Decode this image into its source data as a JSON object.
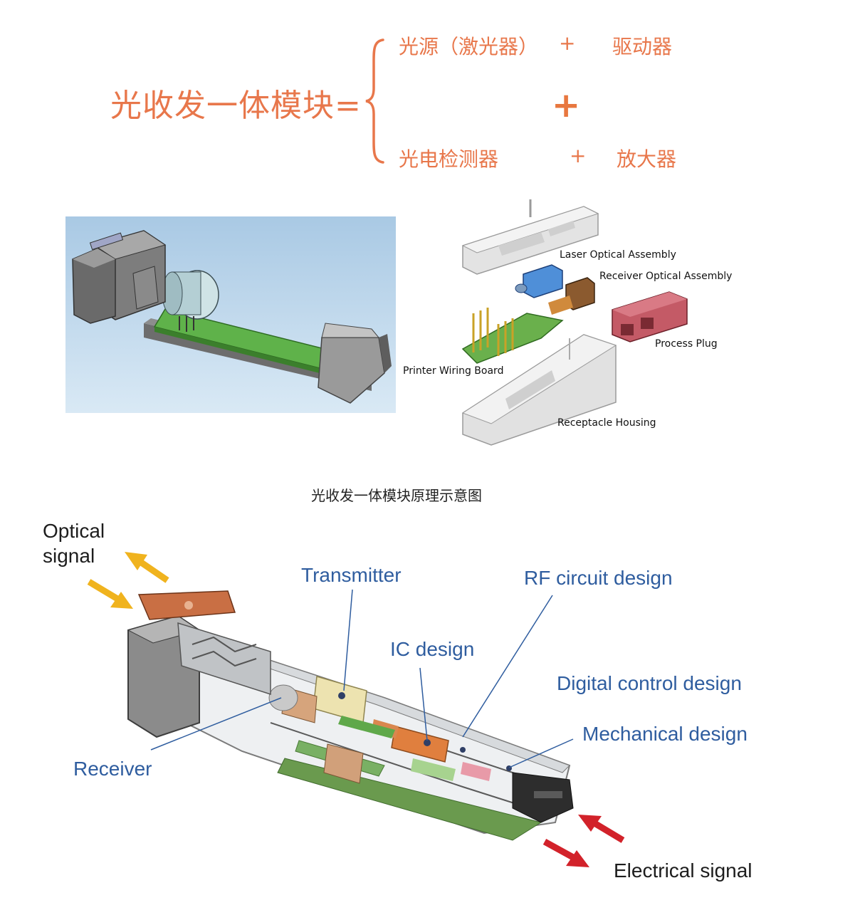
{
  "equation": {
    "left": "光收发一体模块=",
    "top_line": {
      "source": "光源（激光器）",
      "plus": "+",
      "driver": "驱动器"
    },
    "middle_plus": "+",
    "bottom_line": {
      "detector": "光电检测器",
      "plus": "+",
      "amplifier": "放大器"
    }
  },
  "exploded_view": {
    "labels": {
      "laser": "Laser Optical Assembly",
      "receiver": "Receiver Optical Assembly",
      "plug": "Process Plug",
      "board": "Printer Wiring Board",
      "housing": "Receptacle Housing"
    }
  },
  "caption": "光收发一体模块原理示意图",
  "module_diagram": {
    "optical_signal": [
      "Optical",
      "signal"
    ],
    "transmitter": "Transmitter",
    "rf_circuit": "RF circuit design",
    "ic_design": "IC design",
    "digital_control": "Digital control design",
    "mechanical": "Mechanical design",
    "receiver": "Receiver",
    "electrical_signal": "Electrical signal"
  },
  "colors": {
    "equation_orange": "#e8774b",
    "label_blue": "#2f5d9f",
    "pcb_green": "#5aa84a",
    "arrow_yellow": "#f0b31e",
    "arrow_red": "#d2222a",
    "render_bg": "#b8d3e8"
  }
}
